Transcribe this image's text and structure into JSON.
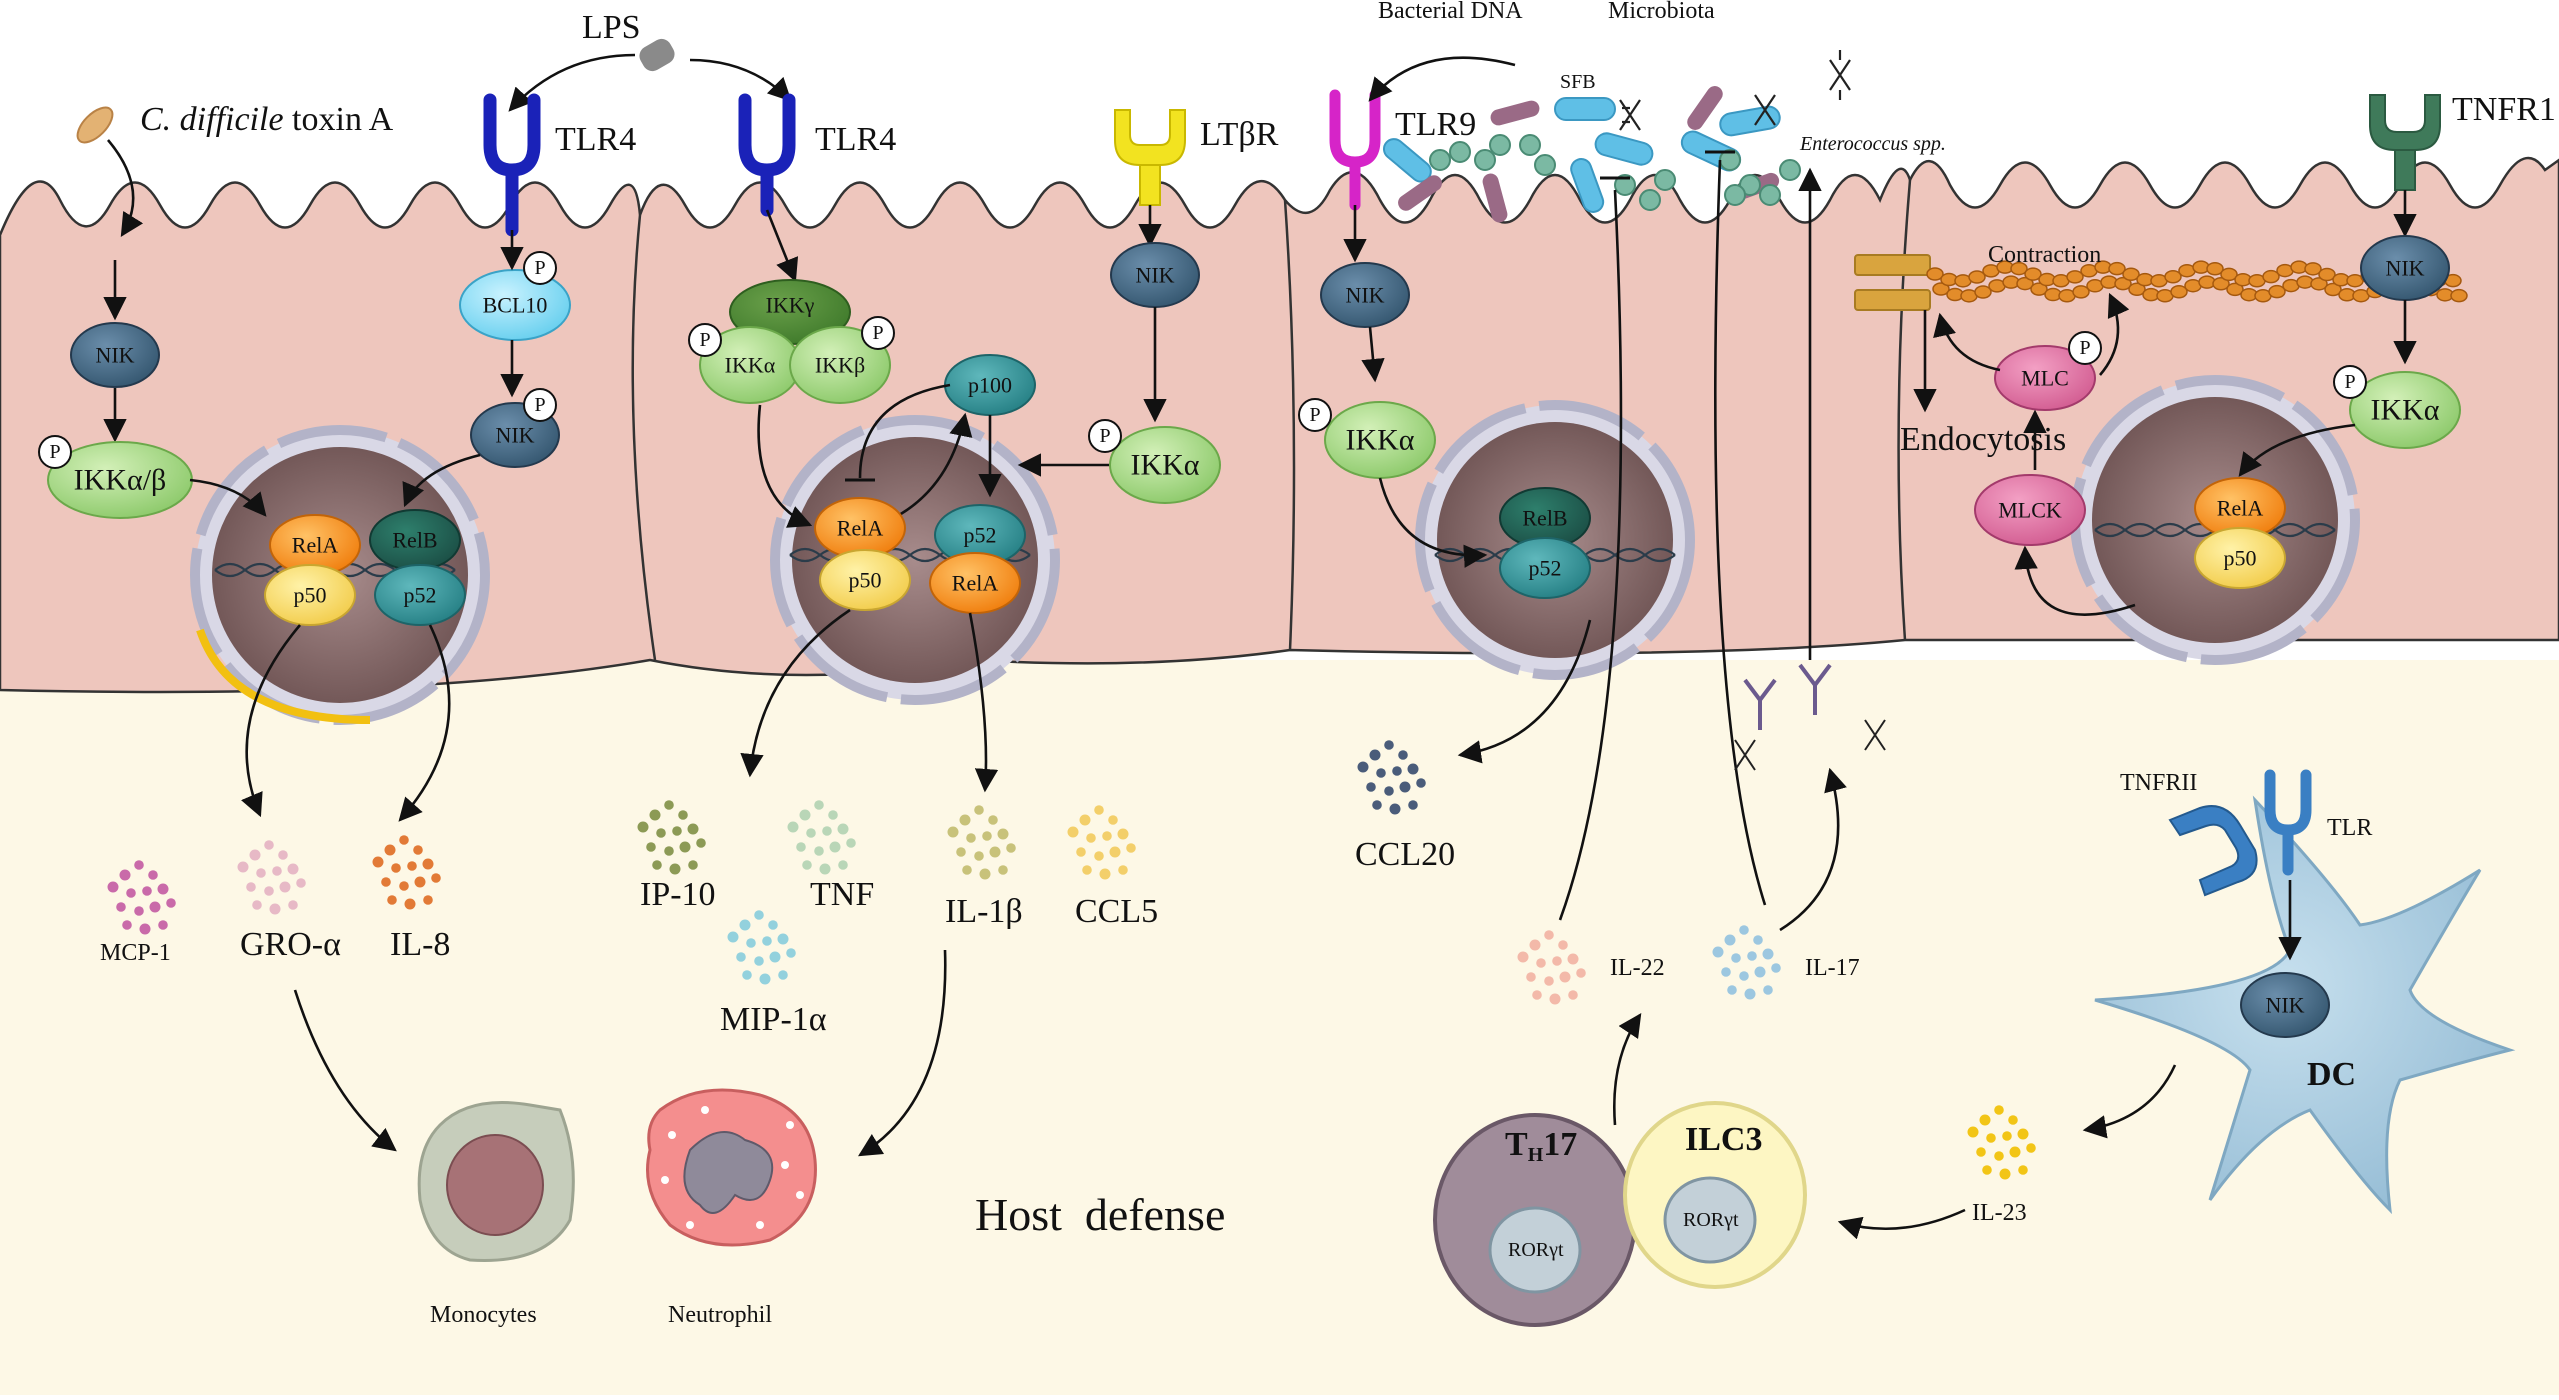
{
  "receptors": {
    "lps": "LPS",
    "toxin": "C. difficile",
    "toxin_rest": " toxin A",
    "tlr4_a": "TLR4",
    "tlr4_b": "TLR4",
    "ltbr": "LTβR",
    "tlr9": "TLR9",
    "bacterial_dna": "Bacterial DNA",
    "microbiota": "Microbiota",
    "sfb": "SFB",
    "enterococcus": "Enterococcus spp.",
    "tnfr1": "TNFR1"
  },
  "molecules": {
    "nik": "NIK",
    "ikk_ab": "IKKα/β",
    "ikka": "IKKα",
    "ikkb": "IKKβ",
    "ikkg": "IKKγ",
    "bcl10": "BCL10",
    "rela": "RelA",
    "relb": "RelB",
    "p50": "p50",
    "p52": "p52",
    "p100": "p100",
    "p": "P",
    "mlc": "MLC",
    "mlck": "MLCK",
    "contraction": "Contraction",
    "endocytosis": "Endocytosis"
  },
  "cytokines": {
    "mcp1": "MCP-1",
    "groa": "GRO-α",
    "il8": "IL-8",
    "ip10": "IP-10",
    "tnf": "TNF",
    "mip1a": "MIP-1α",
    "il1b": "IL-1β",
    "ccl5": "CCL5",
    "ccl20": "CCL20",
    "il22": "IL-22",
    "il17": "IL-17",
    "il23": "IL-23"
  },
  "cells": {
    "monocytes": "Monocytes",
    "neutrophil": "Neutrophil",
    "host_defense": "Host  defense",
    "th17_t": "T",
    "th17_sub": "H",
    "th17_n": "17",
    "ilc3": "ILC3",
    "rorgt": "RORγt",
    "dc": "DC",
    "tnfrii": "TNFRII",
    "tlr": "TLR"
  },
  "colors": {
    "epithelium": "#eec6bd",
    "lumen_bg": "#fdf8e6",
    "nik": "#3f6685",
    "ikk": "#9fd77f",
    "rela": "#f39422",
    "p50": "#f7d86a",
    "p52": "#2e8f94",
    "tlr4": "#1a22b8",
    "ltbr": "#f2e320",
    "tlr9": "#d624c8",
    "tnfr1": "#3f7a5a",
    "dc": "#9cc4dc"
  }
}
